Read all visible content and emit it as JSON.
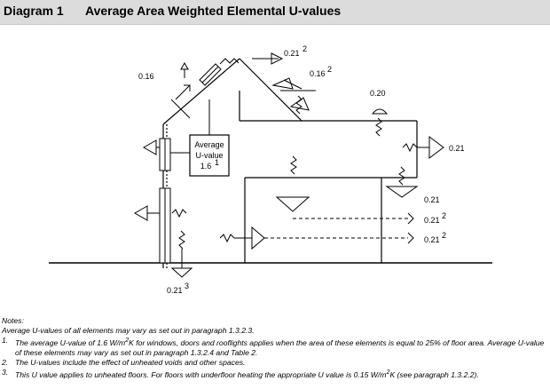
{
  "header": {
    "label": "Diagram 1",
    "title": "Average Area Weighted Elemental U-values"
  },
  "diagram": {
    "values": {
      "roof_left": "0.16",
      "roof_pitched": "0.21",
      "roof_pitched_sup": "2",
      "roof_mid": "0.16",
      "roof_mid_sup": "2",
      "roof_flat": "0.20",
      "wall_right_upper": "0.21",
      "wall_right_lower": "0.21",
      "internal_upper": "0.21",
      "internal_upper_sup": "2",
      "internal_lower": "0.21",
      "internal_lower_sup": "2",
      "floor": "0.21",
      "floor_sup": "3"
    },
    "openings_box": {
      "line1": "Average",
      "line2": "U-value",
      "line3": "1.6",
      "sup": "1"
    }
  },
  "notes": {
    "heading": "Notes:",
    "intro": "Average U-values of all elements may vary as set out in paragraph 1.3.2.3.",
    "items": [
      {
        "num": "1.",
        "a": "The average U-value of 1.6 W/m",
        "s1": "2",
        "b": "K for windows, doors and rooflights applies when the area of these elements is equal to 25% of floor area.  Average U-value of these elements may vary as set out in paragraph 1.3.2.4 and Table 2.",
        "s2": "",
        "c": ""
      },
      {
        "num": "2.",
        "a": "The U-values include the effect of unheated voids and other spaces.",
        "s1": "",
        "b": "",
        "s2": "",
        "c": ""
      },
      {
        "num": "3.",
        "a": "This U value applies to unheated floors.  For floors with underfloor heating the appropriate U value is 0.15 W/m",
        "s1": "2",
        "b": "K (see paragraph 1.3.2.2).",
        "s2": "",
        "c": ""
      }
    ]
  }
}
